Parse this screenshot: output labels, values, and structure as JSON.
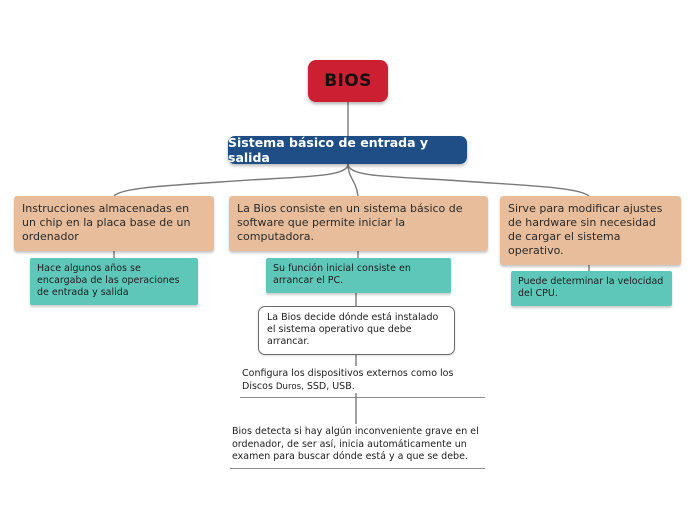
{
  "diagram": {
    "type": "mind-map",
    "title": "BIOS",
    "background": "#ffffff",
    "colors": {
      "root": "#cc2032",
      "level1": "#1f4e86",
      "level2": "#e8bd9b",
      "level3": "#5fc7ba",
      "level4_border": "#6a6a6a",
      "level4_fill": "#ffffff",
      "edge": "#7a7a7a",
      "underline": "#8d8d8d"
    }
  },
  "nodes": {
    "root": {
      "label": "BIOS"
    },
    "subtitle": {
      "label": "Sistema básico de entrada y salida"
    },
    "branch_left": {
      "label": "Instrucciones almacenadas en un chip en la placa base de un ordenador"
    },
    "branch_center": {
      "label": "La Bios consiste en un sistema básico de software que permite iniciar la computadora."
    },
    "branch_right": {
      "label": "Sirve para modificar ajustes de hardware sin necesidad de cargar el sistema operativo."
    },
    "leaf_left": {
      "label": "Hace algunos años se encargaba de las operaciones de entrada y salida"
    },
    "leaf_center": {
      "label": "Su función inicial consiste en arrancar el PC."
    },
    "leaf_right": {
      "label": "Puede determinar la velocidad del CPU."
    },
    "detail_1": {
      "label": "La Bios decide dónde está instalado el sistema operativo que debe arrancar."
    },
    "detail_2": {
      "label_main": "Configura los dispositivos externos como los Discos ",
      "label_small": "Duros,",
      "label_rest": " SSD, USB."
    },
    "detail_3": {
      "label": "Bios detecta si hay algún inconveniente grave en el ordenador, de ser así, inicia automáticamente un examen para buscar dónde está y a que se debe."
    }
  }
}
